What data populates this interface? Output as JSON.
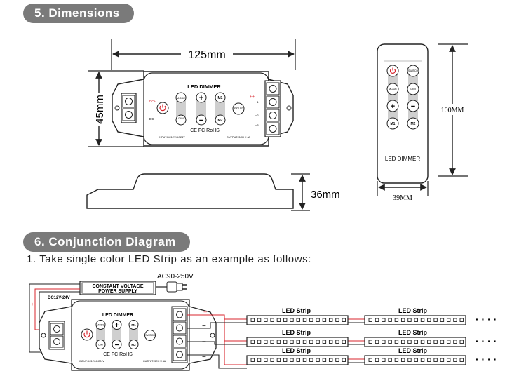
{
  "sections": {
    "dimensions_title": "5. Dimensions",
    "conjunction_title": "6. Conjunction Diagram",
    "intro_text": "1. Take single color LED Strip as an example as follows:"
  },
  "dimensions": {
    "width": "125mm",
    "height": "45mm",
    "depth": "36mm",
    "remote_height": "100MM",
    "remote_width": "39MM"
  },
  "controller": {
    "title": "LED DIMMER",
    "btn_mode": "MODE",
    "btn_plus": "+",
    "btn_minus": "−",
    "btn_m1": "M1",
    "btn_m2": "M2",
    "btn_dim": "DIM",
    "btn_switch": "SWITCH",
    "cert": "CE FC RoHS",
    "input_label": "INPUT:DC12V-DC24V",
    "output_label": "OUTPUT: 3CH X 4A",
    "dc_plus": "DC+",
    "dc_minus": "DC-"
  },
  "remote": {
    "label": "LED DIMMER",
    "btn_switch": "SWITCH",
    "btn_mode": "MODE",
    "btn_dim": "DIM",
    "btn_plus": "+",
    "btn_minus": "−",
    "btn_m1": "M1",
    "btn_m2": "M2"
  },
  "wiring": {
    "psu_line1": "CONSTANT VOLTAGE",
    "psu_line2": "POWER SUPPLY",
    "ac_label": "AC90-250V",
    "dc_label": "DC12V-24V",
    "plus_sign": "+",
    "minus_sign": "−",
    "strip_label": "LED Strip",
    "dots": "· · · ·"
  },
  "colors": {
    "pill_bg": "#7a7a7a",
    "wire_red": "#d8262e",
    "line": "#222222"
  }
}
